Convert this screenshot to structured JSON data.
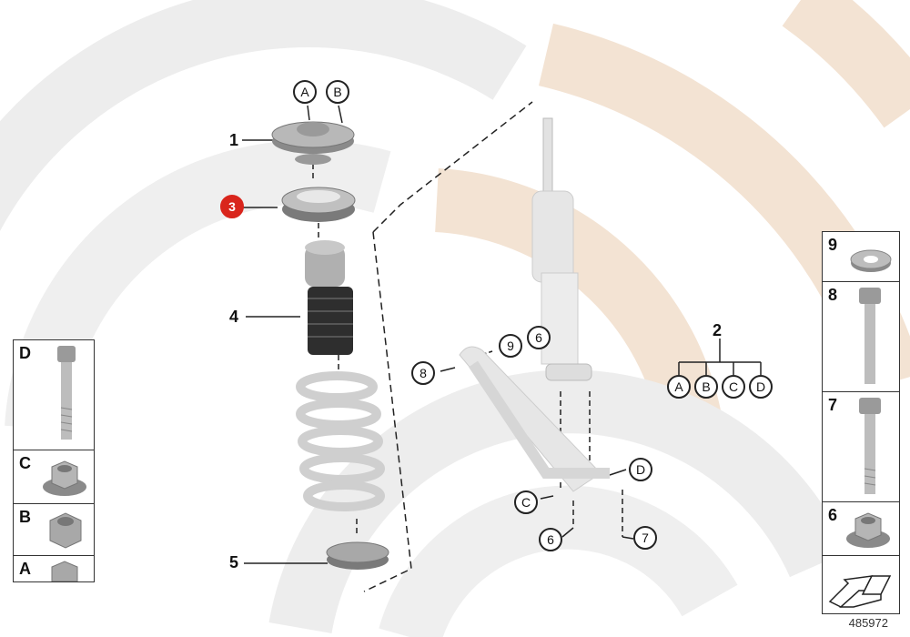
{
  "diagram": {
    "number": "485972",
    "callouts": {
      "c1": "1",
      "c3": "3",
      "c4": "4",
      "c5": "5",
      "c2": "2",
      "c9": "9",
      "c6a": "6",
      "c8": "8",
      "c6b": "6",
      "c7": "7"
    },
    "letters": {
      "topA": "A",
      "topB": "B",
      "grpA": "A",
      "grpB": "B",
      "grpC": "C",
      "grpD": "D",
      "armC": "C",
      "armD": "D"
    }
  },
  "left_panel": [
    {
      "label": "D",
      "icon": "long-bolt-icon"
    },
    {
      "label": "C",
      "icon": "flange-nut-icon"
    },
    {
      "label": "B",
      "icon": "hex-nut-icon"
    },
    {
      "label": "A",
      "icon": "nut-icon"
    }
  ],
  "right_panel": [
    {
      "label": "9",
      "icon": "washer-icon"
    },
    {
      "label": "8",
      "icon": "bolt-icon"
    },
    {
      "label": "7",
      "icon": "bolt-icon"
    },
    {
      "label": "6",
      "icon": "flange-nut-icon"
    },
    {
      "label": "",
      "icon": "arrow-icon"
    }
  ],
  "colors": {
    "highlight": "#d9251c",
    "watermark_gray": "#ececec",
    "watermark_peach": "#f3e3d3"
  }
}
